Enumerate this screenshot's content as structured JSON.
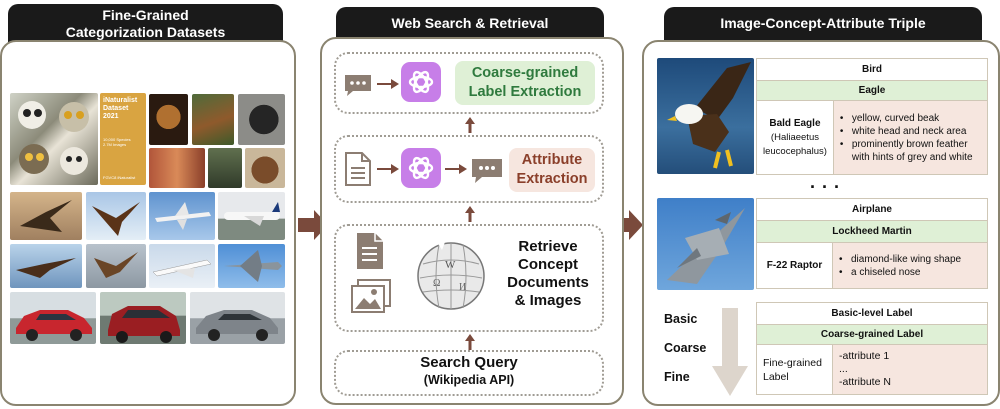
{
  "left": {
    "title_line1": "Fine-Grained",
    "title_line2": "Categorization Datasets",
    "inat": {
      "brand": "iNaturalist",
      "word": "Dataset",
      "year": "2021",
      "stat1": "10,000 Species",
      "stat2": "2.7M Images",
      "footer": "FGVC8  iNaturalist"
    }
  },
  "middle": {
    "title": "Web Search & Retrieval",
    "coarse_line1": "Coarse-grained",
    "coarse_line2": "Label Extraction",
    "attr_line1": "Attribute",
    "attr_line2": "Extraction",
    "retrieve_line1": "Retrieve",
    "retrieve_line2": "Concept",
    "retrieve_line3": "Documents",
    "retrieve_line4": "& Images",
    "query_line1": "Search Query",
    "query_line2": "(Wikipedia API)"
  },
  "right": {
    "title": "Image-Concept-Attribute Triple",
    "bird": {
      "basic": "Bird",
      "coarse": "Eagle",
      "fine_line1": "Bald Eagle",
      "fine_line2": "(Haliaeetus",
      "fine_line3": "leucocephalus)",
      "attributes": [
        "yellow, curved beak",
        "white head and neck area",
        "prominently brown feather with hints of grey and white"
      ]
    },
    "ellipsis": ". . .",
    "plane": {
      "basic": "Airplane",
      "coarse": "Lockheed Martin",
      "fine": "F-22 Raptor",
      "attributes": [
        "diamond-like wing shape",
        "a chiseled nose"
      ]
    },
    "legend": {
      "basic_header": "Basic-level Label",
      "coarse_header": "Coarse-grained Label",
      "fine_line1": "Fine-grained",
      "fine_line2": "Label",
      "attr1": "-attribute 1",
      "attr_dots": "...",
      "attrN": "-attribute N",
      "level_basic": "Basic",
      "level_coarse": "Coarse",
      "level_fine": "Fine"
    }
  },
  "colors": {
    "accent_brown": "#7a4a3c",
    "panel_border": "#8a8470",
    "green": "#dff0d6",
    "pink": "#f6e6df",
    "gpt_purple": "#c77ee8"
  }
}
